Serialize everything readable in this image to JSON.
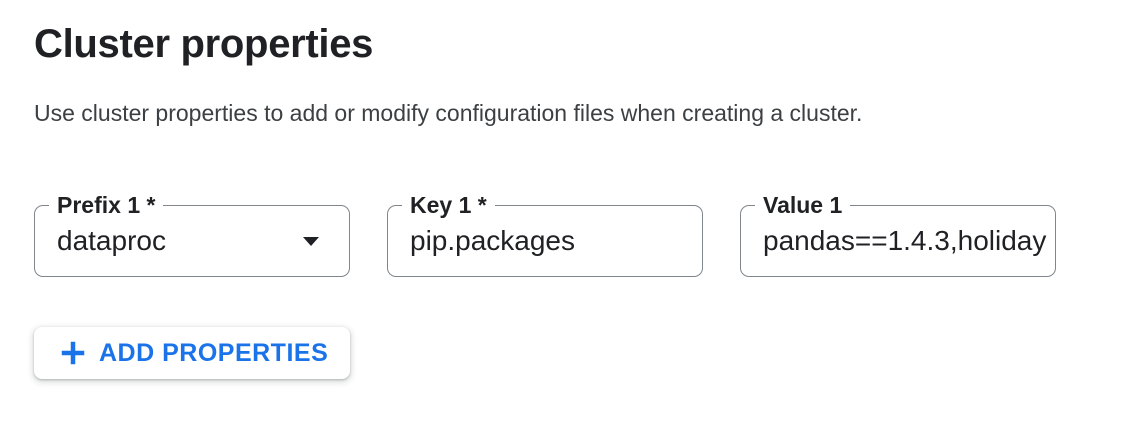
{
  "page": {
    "title": "Cluster properties",
    "description": "Use cluster properties to add or modify configuration files when creating a cluster."
  },
  "fields": [
    {
      "label": "Prefix 1 *",
      "value": "dataproc",
      "type": "select",
      "required": true
    },
    {
      "label": "Key 1 *",
      "value": "pip.packages",
      "type": "text",
      "required": true
    },
    {
      "label": "Value 1",
      "value": "pandas==1.4.3,holiday",
      "type": "text",
      "required": false
    }
  ],
  "actions": {
    "add_properties_label": "ADD PROPERTIES"
  },
  "icons": {
    "plus": "+",
    "dropdown_arrow": "▼"
  },
  "colors": {
    "accent_blue": "#1a73e8",
    "field_border_gray": "#80868b",
    "text_primary": "#202124",
    "text_secondary": "#3c4043",
    "background": "#ffffff"
  }
}
